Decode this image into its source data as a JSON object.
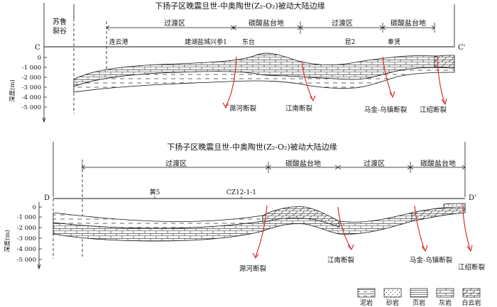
{
  "sections": [
    {
      "id": "C",
      "title": "下扬子区晚震旦世-中奥陶世(Z₂-O₂)被动大陆边缘",
      "start_label": "C",
      "end_label": "C'",
      "zones_top": [
        "苏鲁",
        "裂谷"
      ],
      "zones": [
        "过渡区",
        "碳酸盐台地",
        "过渡区",
        "碳酸盐台地"
      ],
      "localities": [
        "连云港",
        "建湖盐城兴参1",
        "东台",
        "昆2",
        "奉贤"
      ],
      "y_axis_label": "深度(m)",
      "y_ticks": [
        "0",
        "-1 000",
        "-2 000",
        "-3 000",
        "-4 000",
        "-5 000"
      ],
      "faults": [
        "滁河断裂",
        "江南断裂",
        "马金-乌镇断裂",
        "江绍断裂"
      ]
    },
    {
      "id": "D",
      "title": "下扬子区晚震旦世-中奥陶世(Z₂-O₂)被动大陆边缘",
      "start_label": "D",
      "end_label": "D'",
      "zones": [
        "过渡区",
        "碳酸盐台地",
        "过渡区",
        "碳酸盐台地"
      ],
      "localities": [
        "黄5",
        "CZ12-1-1"
      ],
      "y_axis_label": "深度(m)",
      "y_ticks": [
        "0",
        "-1 000",
        "-2 000",
        "-3 000",
        "-4 000",
        "-5 000"
      ],
      "faults": [
        "滁河断裂",
        "江南断裂",
        "马金-乌镇断裂",
        "江绍断裂"
      ]
    }
  ],
  "legend": [
    "泥岩",
    "砂岩",
    "页岩",
    "灰岩",
    "白云岩"
  ],
  "colors": {
    "fault": "#d81e1e",
    "line": "#111111"
  }
}
